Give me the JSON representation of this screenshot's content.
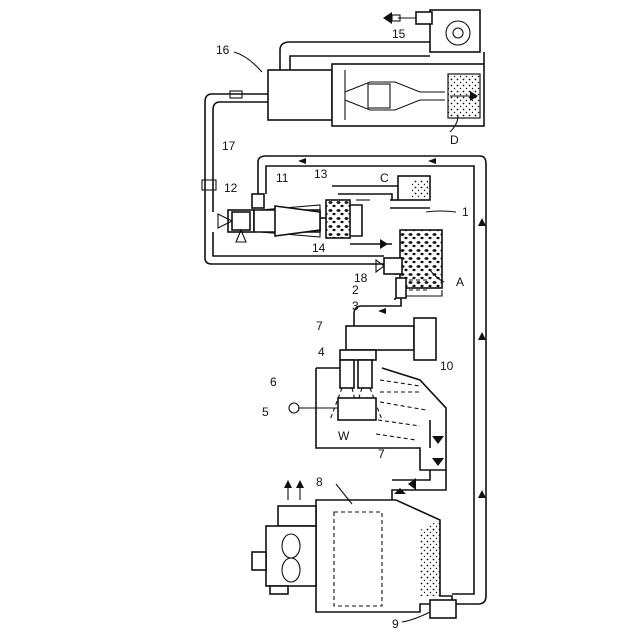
{
  "labels": {
    "l1": "1",
    "l2": "2",
    "l3": "3",
    "l4": "4",
    "l5": "5",
    "l6": "6",
    "l7a": "7",
    "l7b": "7",
    "l8": "8",
    "l9": "9",
    "l10": "10",
    "l11": "11",
    "l12": "12",
    "l13": "13",
    "l14": "14",
    "l15": "15",
    "l16": "16",
    "l17": "17",
    "l18": "18",
    "lA": "A",
    "lC": "C",
    "lD": "D",
    "lW": "W"
  }
}
